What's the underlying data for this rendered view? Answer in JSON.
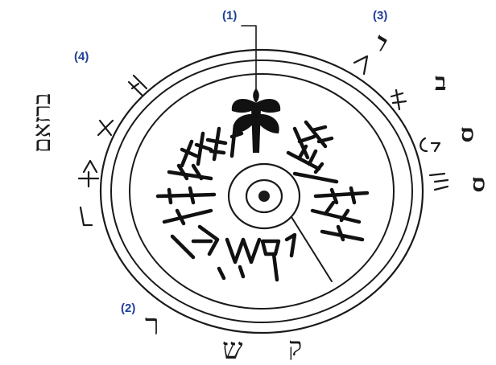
{
  "callouts": {
    "one": "(1)",
    "two": "(2)",
    "three": "(3)",
    "four": "(4)"
  },
  "hebrew": {
    "left_word": "ברזאם",
    "right_big_1": "ר",
    "right_big_2": "ב",
    "right_big_3": "ס",
    "right_big_4": "ס",
    "bottom_1": "ק",
    "bottom_2": "ש",
    "bottom_3": "ר"
  },
  "colors": {
    "label": "#1f3f99",
    "ink": "#1a1a1a"
  },
  "icons": [
    "seal-disc-icon",
    "four-winged-scarab-icon",
    "leader-line-icon"
  ]
}
